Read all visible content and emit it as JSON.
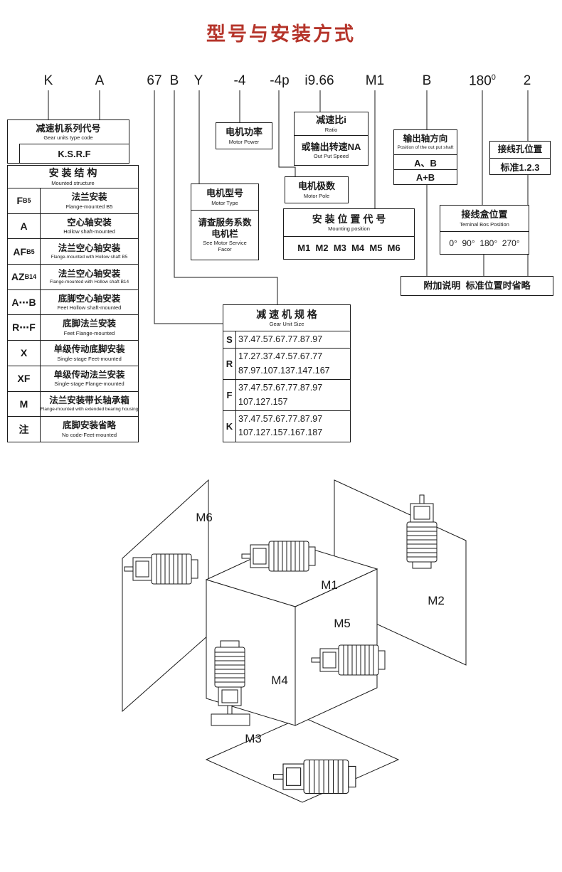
{
  "title": "型号与安装方式",
  "colors": {
    "title_red": "#b5342a",
    "line": "#1a1a1a"
  },
  "code": {
    "items": [
      "K",
      "A",
      "67",
      "B",
      "Y",
      "-4",
      "-4p",
      "i9.66",
      "M1",
      "B",
      "180",
      "2"
    ],
    "degree": "0"
  },
  "series": {
    "cn": "减速机系列代号",
    "en": "Gear units type code",
    "value": "K.S.R.F"
  },
  "motor_power": {
    "cn": "电机功率",
    "en": "Motor Power"
  },
  "ratio": {
    "cn": "减速比i",
    "en": "Ratio",
    "cn2": "或输出转速NA",
    "en2": "Out Put Speed"
  },
  "output_shaft": {
    "cn": "输出轴方向",
    "en": "Position of the out put shaft",
    "opt1": "A、B",
    "opt2": "A+B"
  },
  "wiring_hole": {
    "cn": "接线孔位置",
    "value": "标准1.2.3"
  },
  "motor_type": {
    "cn": "电机型号",
    "en": "Motor Type",
    "note_cn1": "请查服务系数",
    "note_cn2": "电机栏",
    "note_en1": "See Motor Service",
    "note_en2": "Facor"
  },
  "motor_pole": {
    "cn": "电机极数",
    "en": "Motor Pole"
  },
  "mounting": {
    "cn": "安 装 位 置 代 号",
    "en": "Mounting position",
    "values": "M1  M2  M3  M4  M5  M6"
  },
  "terminal": {
    "cn": "接线盒位置",
    "en": "Teminal Bos Position",
    "values": "0°  90°  180°  270°"
  },
  "note": {
    "text": "附加说明  标准位置时省略"
  },
  "ms": {
    "header_cn": "安 装 结 构",
    "header_en": "Mounted structure",
    "rows": [
      {
        "main": "F",
        "sub": "B5",
        "cn": "法兰安装",
        "en": "Flange-mounted B5"
      },
      {
        "main": "A",
        "sub": "",
        "cn": "空心轴安装",
        "en": "Hollow shaft-mounted"
      },
      {
        "main": "AF",
        "sub": "B5",
        "cn": "法兰空心轴安装",
        "en": "Flange-mounted with Hollow shaft B5"
      },
      {
        "main": "AZ",
        "sub": "B14",
        "cn": "法兰空心轴安装",
        "en": "Flange-mounted with Hollow shaft B14"
      },
      {
        "main": "A⋯B",
        "sub": "",
        "cn": "底脚空心轴安装",
        "en": "Feet Hollow shaft-mounted"
      },
      {
        "main": "R⋯F",
        "sub": "",
        "cn": "底脚法兰安装",
        "en": "Feet Flange-mounted"
      },
      {
        "main": "X",
        "sub": "",
        "cn": "单级传动底脚安装",
        "en": "Single-stage Feet-mounted"
      },
      {
        "main": "XF",
        "sub": "",
        "cn": "单级传动法兰安装",
        "en": "Single-stage Flange-mounted"
      },
      {
        "main": "M",
        "sub": "",
        "cn": "法兰安装带长轴承箱",
        "en": "Flange-mounted with extended bearing housing"
      },
      {
        "main": "注",
        "sub": "",
        "cn": "底脚安装省略",
        "en": "No code-Feet-mounted"
      }
    ]
  },
  "gs": {
    "header_cn": "减 速 机 规 格",
    "header_en": "Gear Unit Size",
    "rows": [
      {
        "code": "S",
        "line1": "37.47.57.67.77.87.97",
        "line2": ""
      },
      {
        "code": "R",
        "line1": "17.27.37.47.57.67.77",
        "line2": "87.97.107.137.147.167"
      },
      {
        "code": "F",
        "line1": "37.47.57.67.77.87.97",
        "line2": "107.127.157"
      },
      {
        "code": "K",
        "line1": "37.47.57.67.77.87.97",
        "line2": "107.127.157.167.187"
      }
    ]
  },
  "diagram": {
    "labels": [
      "M1",
      "M2",
      "M3",
      "M4",
      "M5",
      "M6"
    ]
  }
}
